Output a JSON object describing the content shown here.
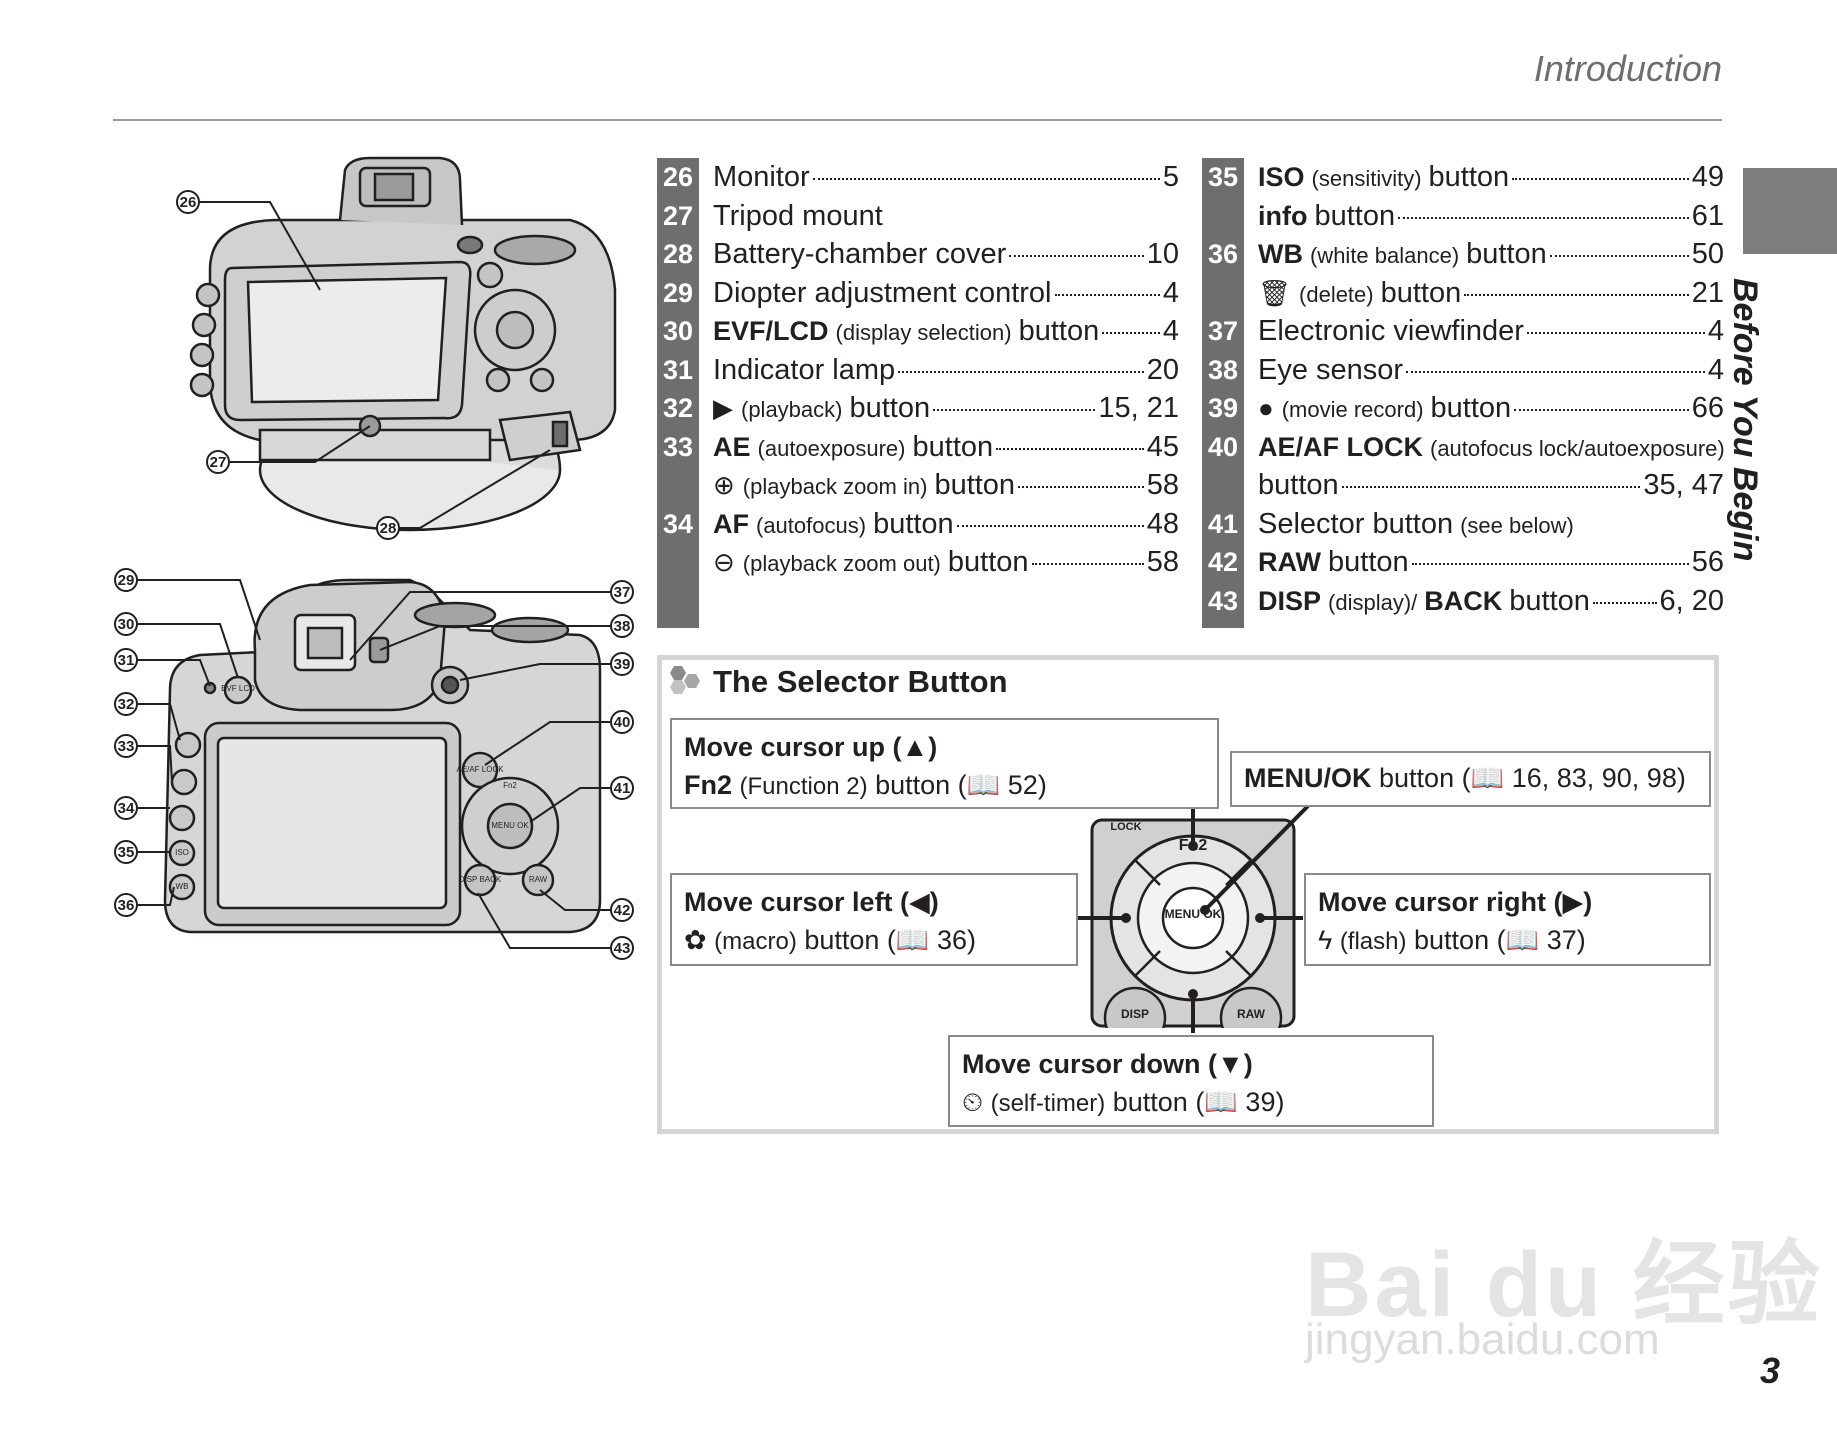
{
  "header": {
    "section_title": "Introduction"
  },
  "side_tab": {
    "label": "Before You Begin"
  },
  "page_number": "3",
  "callout_numbers": [
    "26",
    "27",
    "28",
    "29",
    "30",
    "31",
    "32",
    "33",
    "34",
    "35",
    "36",
    "37",
    "38",
    "39",
    "40",
    "41",
    "42",
    "43"
  ],
  "camera_labels": {
    "ae_af_lock": "AE/AF LOCK",
    "evf_lcd": "EVF LCD",
    "fn2": "Fn2",
    "menu_ok": "MENU OK",
    "disp_back": "DISP BACK",
    "raw": "RAW",
    "wb": "WB",
    "iso": "ISO"
  },
  "parts_left": [
    {
      "num": "26",
      "label": "Monitor",
      "page": "5"
    },
    {
      "num": "27",
      "label": "Tripod mount",
      "page": ""
    },
    {
      "num": "28",
      "label": "Battery-chamber cover",
      "page": "10"
    },
    {
      "num": "29",
      "label": "Diopter adjustment control",
      "page": "4"
    },
    {
      "num": "30",
      "bold": "EVF/LCD",
      "paren": "(display selection)",
      "label": "button",
      "page": "4"
    },
    {
      "num": "31",
      "label": "Indicator lamp",
      "page": "20"
    },
    {
      "num": "32",
      "glyph": "▶",
      "paren": "(playback)",
      "label": "button",
      "page": "15, 21"
    },
    {
      "num": "33",
      "bold": "AE",
      "paren": "(autoexposure)",
      "label": "button",
      "page": "45"
    },
    {
      "num": "",
      "glyph": "⊕",
      "paren": "(playback zoom in)",
      "label": "button",
      "page": "58"
    },
    {
      "num": "34",
      "bold": "AF",
      "paren": "(autofocus)",
      "label": "button",
      "page": "48"
    },
    {
      "num": "",
      "glyph": "⊖",
      "paren": "(playback zoom out)",
      "label": "button",
      "page": "58"
    }
  ],
  "parts_right": [
    {
      "num": "35",
      "bold": "ISO",
      "paren": "(sensitivity)",
      "label": "button",
      "page": "49"
    },
    {
      "num": "",
      "bold": "info",
      "label": "button",
      "page": "61"
    },
    {
      "num": "36",
      "bold": "WB",
      "paren": "(white balance)",
      "label": "button",
      "page": "50"
    },
    {
      "num": "",
      "glyph": "🗑",
      "paren": "(delete)",
      "label": "button",
      "page": "21"
    },
    {
      "num": "37",
      "label": "Electronic viewfinder",
      "page": "4"
    },
    {
      "num": "38",
      "label": "Eye sensor",
      "page": "4"
    },
    {
      "num": "39",
      "glyph": "●",
      "paren": "(movie record)",
      "label": "button",
      "page": "66"
    },
    {
      "num": "40",
      "bold": "AE/AF LOCK",
      "paren": "(autofocus lock/autoexposure)",
      "label": "",
      "page": ""
    },
    {
      "num": "",
      "label": "button",
      "page": "35, 47"
    },
    {
      "num": "41",
      "label": "Selector button",
      "paren_after": "(see below)",
      "page": ""
    },
    {
      "num": "42",
      "bold": "RAW",
      "label": "button",
      "page": "56"
    },
    {
      "num": "43",
      "bold": "DISP",
      "paren": "(display)/",
      "bold2": "BACK",
      "label": "button",
      "page": "6, 20"
    }
  ],
  "selector": {
    "title": "The Selector Button",
    "up": {
      "heading": "Move cursor up (▲)",
      "bold": "Fn2",
      "paren": "(Function 2)",
      "text": "button (📖 52)"
    },
    "menu_ok": {
      "bold": "MENU/OK",
      "text": "button (📖 16, 83, 90, 98)"
    },
    "left": {
      "heading": "Move cursor left (◀)",
      "glyph": "✿",
      "paren": "(macro)",
      "text": "button (📖 36)"
    },
    "right": {
      "heading": "Move cursor right (▶)",
      "glyph": "ϟ",
      "paren": "(flash)",
      "text": "button (📖 37)"
    },
    "down": {
      "heading": "Move cursor down (▼)",
      "glyph": "⏲",
      "paren": "(self-timer)",
      "text": "button (📖 39)"
    },
    "dial_labels": {
      "top": "Fn2",
      "center": "MENU OK",
      "bl": "DISP",
      "br": "RAW",
      "tl": "LOCK"
    }
  },
  "watermark": {
    "main": "Bai du 经验",
    "sub": "jingyan.baidu.com"
  },
  "colors": {
    "num_bar": "#6e6e6e",
    "side_tab": "#7d7d7d",
    "frame": "#d5d5d5",
    "rule": "#9a9a9a"
  }
}
